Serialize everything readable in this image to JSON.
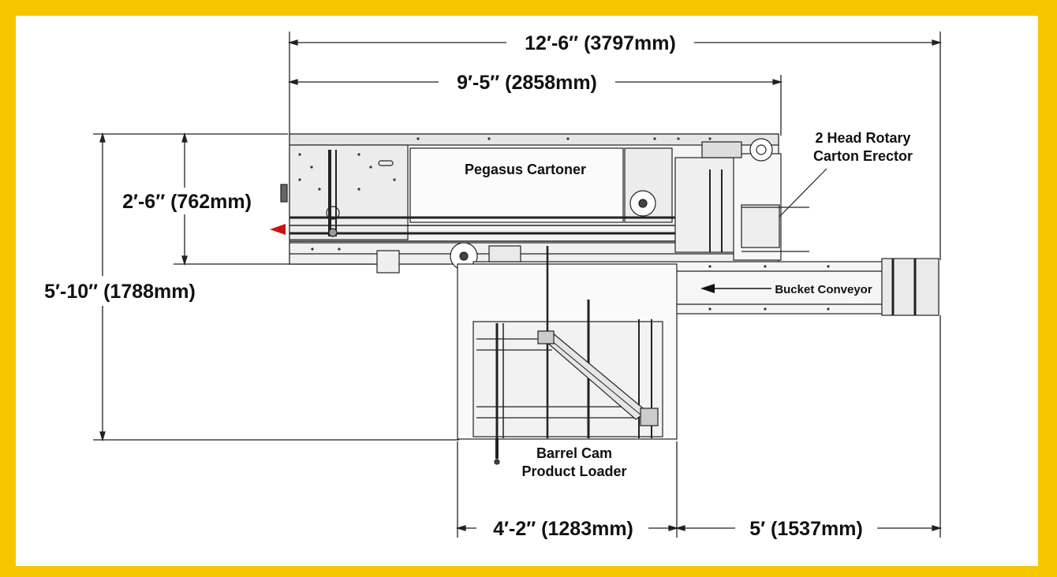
{
  "colors": {
    "frame": "#f6c700",
    "background": "#ffffff",
    "line": "#1a1a1a",
    "arrow_red": "#cc1111"
  },
  "dimensions": {
    "overall_length": "12′-6″ (3797mm)",
    "cartoner_length": "9′-5″ (2858mm)",
    "cartoner_depth": "2′-6″ (762mm)",
    "overall_depth": "5′-10″ (1788mm)",
    "loader_width": "4′-2″ (1283mm)",
    "conveyor_extension": "5′ (1537mm)"
  },
  "labels": {
    "cartoner": "Pegasus Cartoner",
    "erector_line1": "2 Head Rotary",
    "erector_line2": "Carton Erector",
    "conveyor": "Bucket Conveyor",
    "loader_line1": "Barrel Cam",
    "loader_line2": "Product Loader"
  }
}
